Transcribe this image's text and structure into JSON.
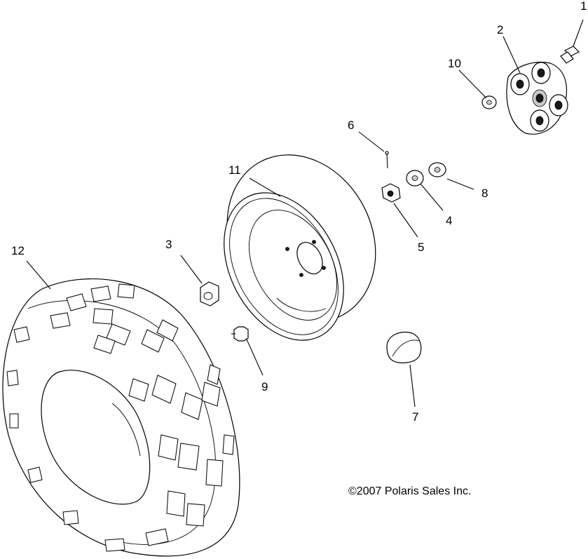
{
  "diagram": {
    "callouts": [
      {
        "id": "1",
        "text": "1"
      },
      {
        "id": "2",
        "text": "2"
      },
      {
        "id": "3",
        "text": "3"
      },
      {
        "id": "4",
        "text": "4"
      },
      {
        "id": "5",
        "text": "5"
      },
      {
        "id": "6",
        "text": "6"
      },
      {
        "id": "7",
        "text": "7"
      },
      {
        "id": "8",
        "text": "8"
      },
      {
        "id": "9",
        "text": "9"
      },
      {
        "id": "10",
        "text": "10"
      },
      {
        "id": "11",
        "text": "11"
      },
      {
        "id": "12",
        "text": "12"
      }
    ],
    "copyright": "©2007 Polaris Sales Inc."
  }
}
